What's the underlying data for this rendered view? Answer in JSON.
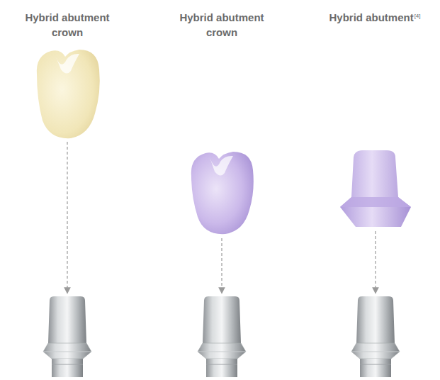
{
  "diagram": {
    "labels": [
      "Hybrid abutment crown",
      "Hybrid abutment crown",
      "Hybrid abutment",
      "[4]"
    ]
  }
}
